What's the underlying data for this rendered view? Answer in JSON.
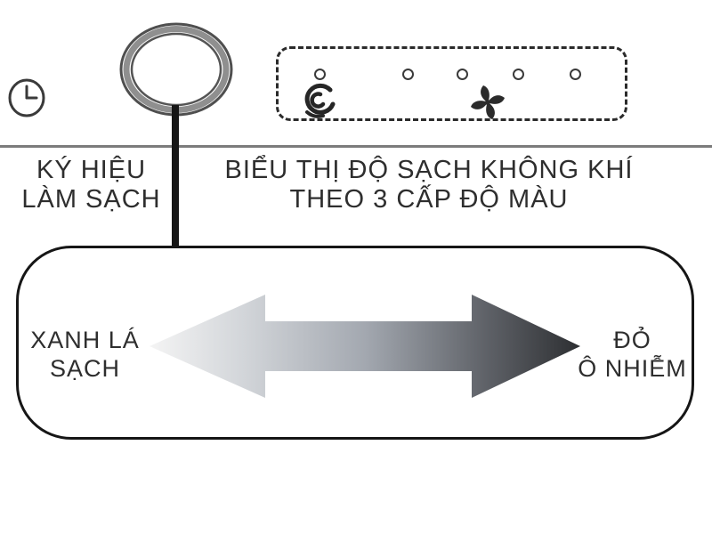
{
  "labels": {
    "cleaning_symbol": {
      "line1": "KÝ HIỆU",
      "line2": "LÀM SẠCH"
    },
    "indicator_caption": {
      "line1": "BIỂU THỊ ĐỘ SẠCH KHÔNG KHÍ",
      "line2": "THEO 3 CẤP ĐỘ MÀU"
    },
    "scale_left": {
      "line1": "XANH LÁ",
      "line2": "SẠCH"
    },
    "scale_right": {
      "line1": "ĐỎ",
      "line2": "Ô NHIỄM"
    }
  },
  "indicator_panel": {
    "led_count": 5,
    "icons": [
      "turbo-swirl-icon",
      "fan-icon"
    ]
  },
  "icons": {
    "clock": "clock-icon",
    "cleaning_ring": "cleaning-ring-icon",
    "turbo_swirl": "turbo-swirl-icon",
    "fan": "fan-icon",
    "gradient_arrow": "double-arrow-gradient"
  },
  "colors": {
    "text": "#2e2e2e",
    "separator_line": "#7c7c7c",
    "connector_line": "#161616",
    "panel_border": "#161616",
    "dashed_border": "#2b2b2b",
    "arrow_clean_end": "#f4f4f4",
    "arrow_light_mid": "#d2d5d9",
    "arrow_mid": "#a3a8b0",
    "arrow_dark_mid": "#5f6268",
    "arrow_polluted_end": "#2d2f32"
  }
}
